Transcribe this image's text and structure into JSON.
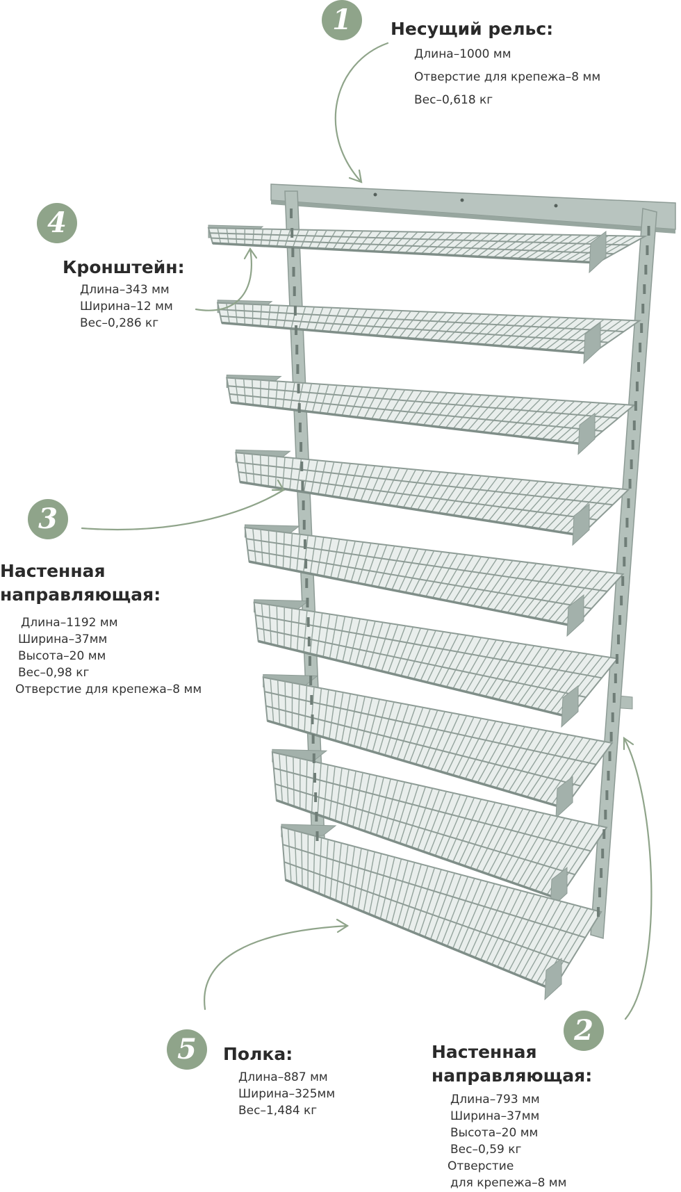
{
  "callouts": [
    {
      "number": "1",
      "title": "Несущий рельс:",
      "specs": [
        "Длина–1000 мм",
        "Отверстие для крепежа–8 мм",
        "Вес–0,618 кг"
      ]
    },
    {
      "number": "2",
      "title": "Настенная\nнаправляющая:",
      "specs": [
        "Длина–793 мм",
        "Ширина–37мм",
        "Высота–20 мм",
        "Вес–0,59 кг",
        "Отверстие",
        "для крепежа–8 мм"
      ]
    },
    {
      "number": "3",
      "title": "Настенная\nнаправляющая:",
      "specs": [
        "Длина–1192 мм",
        "Ширина–37мм",
        "Высота–20 мм",
        "Вес–0,98 кг",
        "Отверстие для крепежа–8 мм"
      ]
    },
    {
      "number": "4",
      "title": "Кронштейн:",
      "specs": [
        "Длина–343 мм",
        "Ширина–12 мм",
        "Вес–0,286 кг"
      ]
    },
    {
      "number": "5",
      "title": "Полка:",
      "specs": [
        "Длина–887 мм",
        "Ширина–325мм",
        "Вес–1,484 кг"
      ]
    }
  ],
  "colors": {
    "accent": "#8fa48a",
    "structure": "#a7b4ae",
    "wire": "#93a39c"
  },
  "shelf_count": 9
}
